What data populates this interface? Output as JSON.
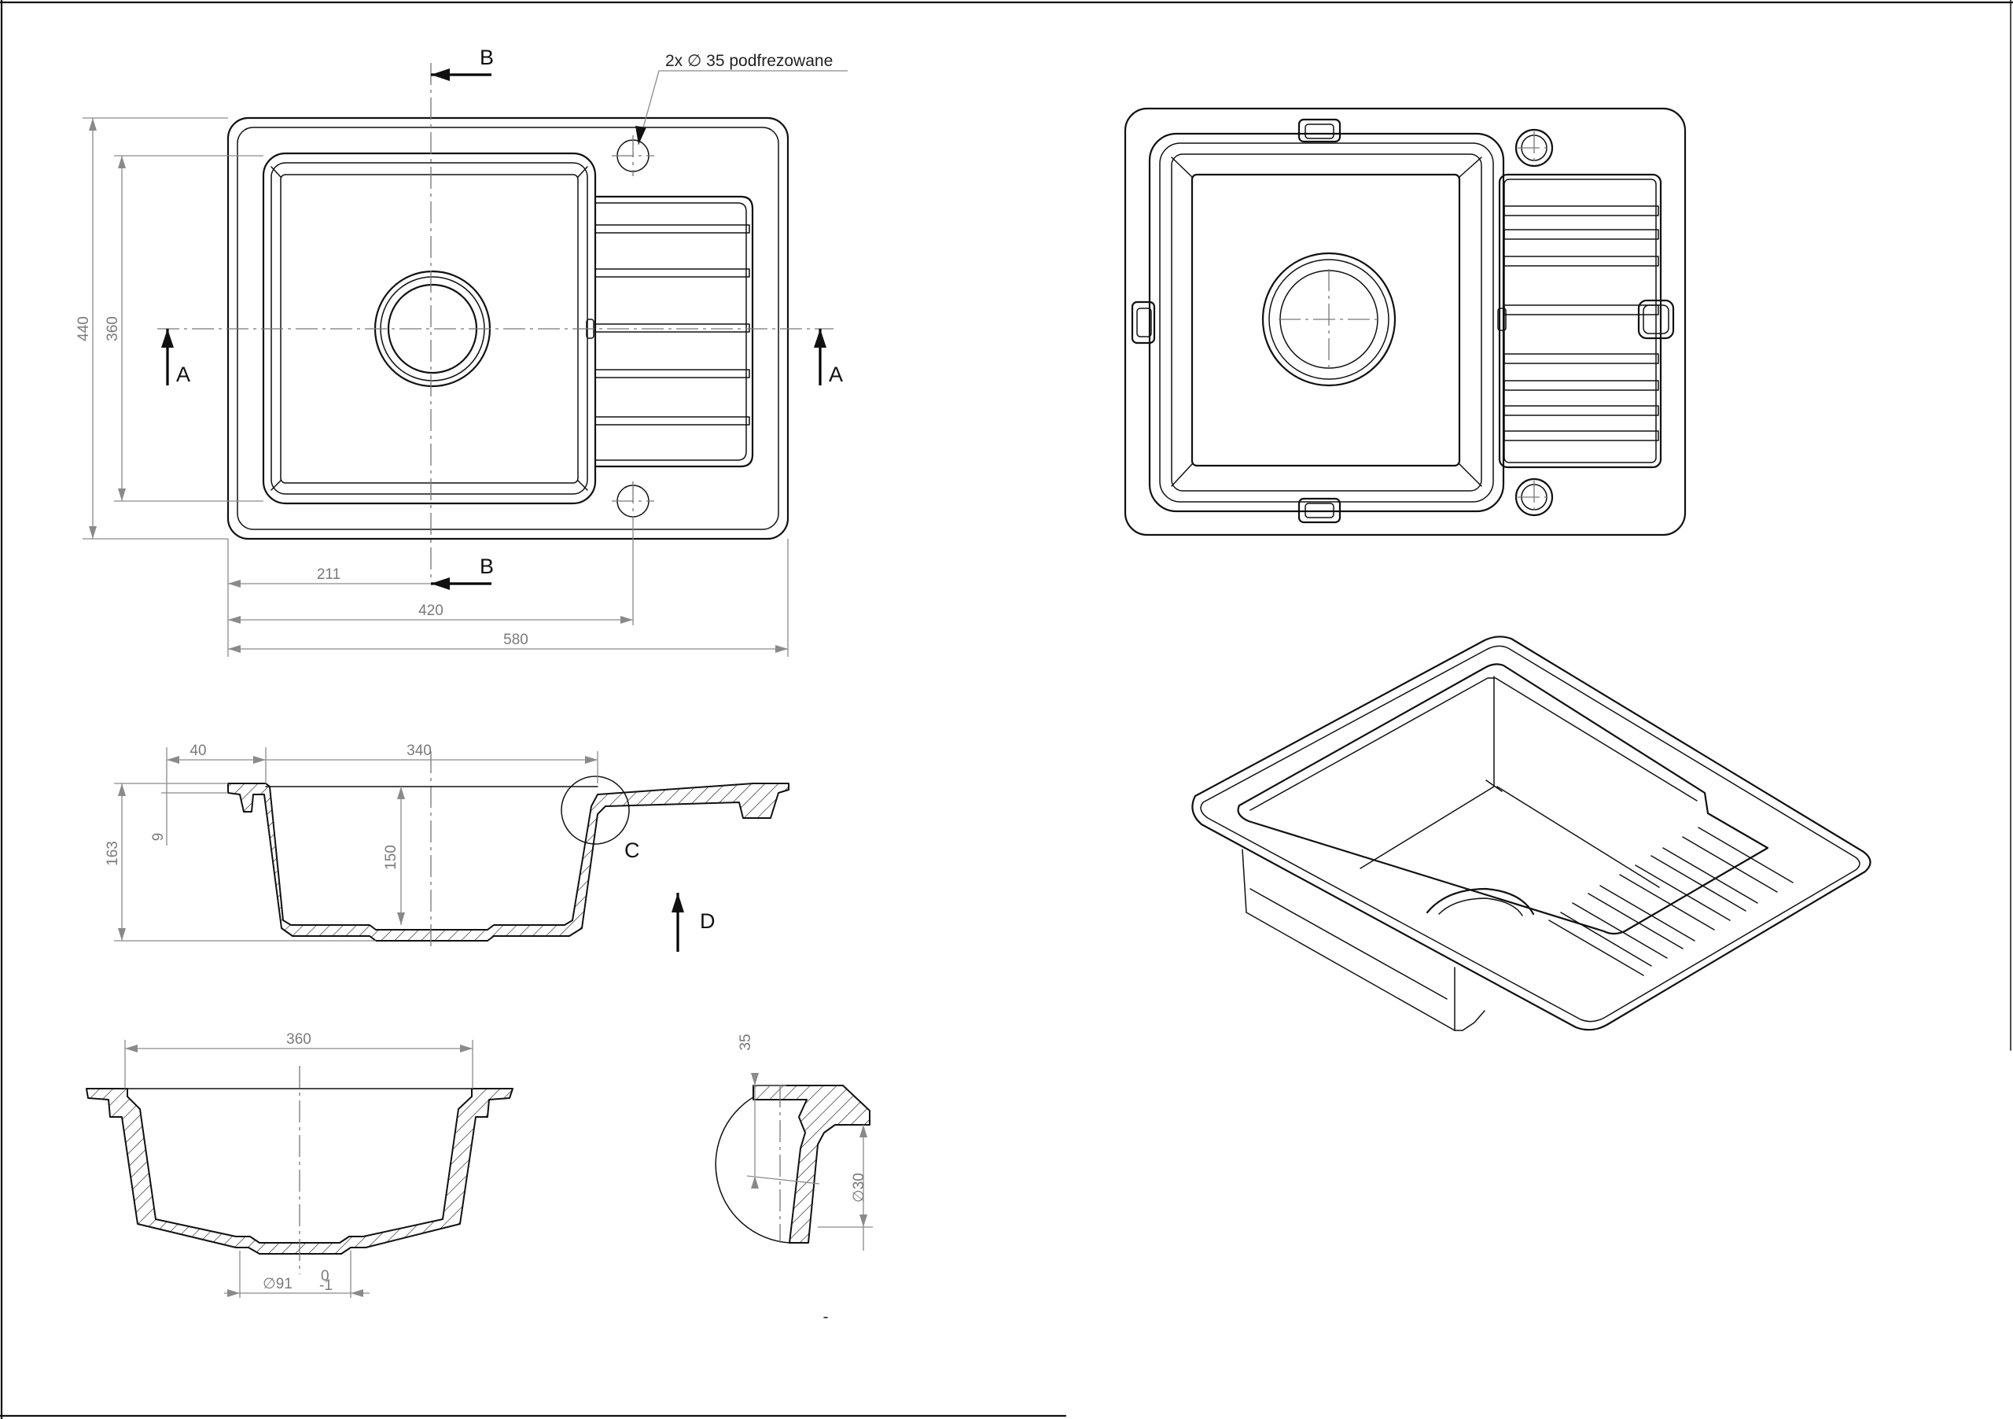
{
  "top_view": {
    "section_b_label": "B",
    "section_a_label": "A",
    "note": "2x ∅ 35 podfrezowane",
    "dim_height_outer": "440",
    "dim_height_inner": "360",
    "dim_211": "211",
    "dim_420": "420",
    "dim_580": "580"
  },
  "section_a": {
    "dim_40": "40",
    "dim_340": "340",
    "dim_163": "163",
    "dim_9": "9",
    "dim_150": "150",
    "detail_label": "C",
    "view_label": "D"
  },
  "section_b": {
    "dim_360": "360",
    "dim_drain": "∅91",
    "tol_upper": "0",
    "tol_lower": "-1"
  },
  "detail_c": {
    "dim_35": "35",
    "dim_30": "∅30"
  },
  "colors": {
    "line": "#111111",
    "dimension": "#8a8a8a",
    "background": "#ffffff"
  }
}
